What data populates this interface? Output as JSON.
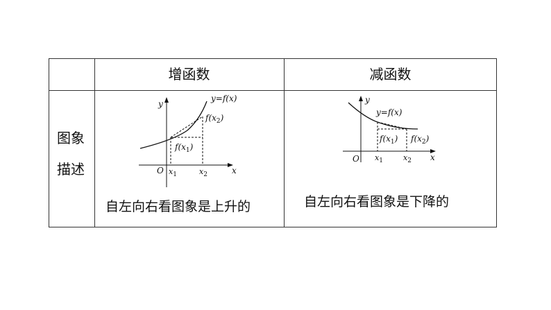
{
  "table": {
    "headers": {
      "col0": "",
      "increasing": "增函数",
      "decreasing": "减函数"
    },
    "row_label_line1": "图象",
    "row_label_line2": "描述",
    "increasing_desc": "自左向右看图象是上升的",
    "decreasing_desc": "自左向右看图象是下降的"
  },
  "increasing_graph": {
    "y_axis": "y",
    "x_axis": "x",
    "origin": "O",
    "func_label": "y=f(x)",
    "fx2_label": "f(x",
    "fx2_sub": "2",
    "fx1_label": "f(x",
    "fx1_sub": "1",
    "x1_label": "x",
    "x1_sub": "1",
    "x2_label": "x",
    "x2_sub": "2",
    "close_paren": ")"
  },
  "decreasing_graph": {
    "y_axis": "y",
    "x_axis": "x",
    "origin": "O",
    "func_label": "y=f(x)",
    "fx1_label": "f(x",
    "fx1_sub": "1",
    "fx2_label": "f(x",
    "fx2_sub": "2",
    "x1_label": "x",
    "x1_sub": "1",
    "x2_label": "x",
    "x2_sub": "2",
    "close_paren": ")"
  }
}
